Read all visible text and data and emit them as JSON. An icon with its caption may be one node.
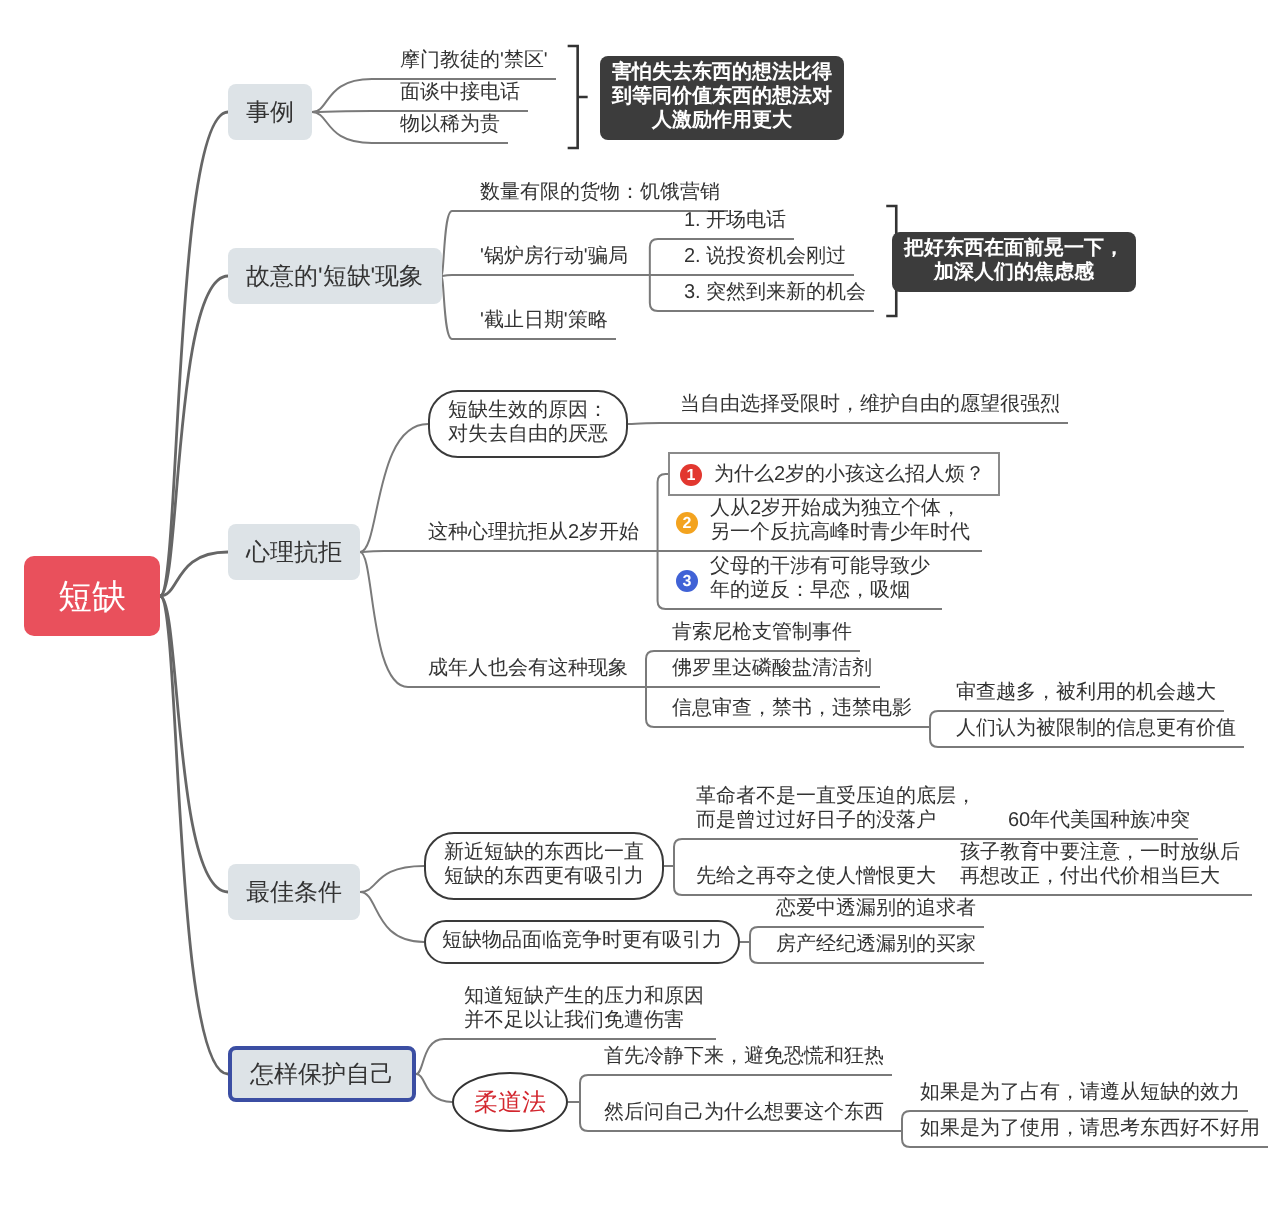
{
  "diagram": {
    "nodes": [
      {
        "text": [
          "短缺"
        ]
      },
      {
        "text": [
          "事例"
        ]
      },
      {
        "text": [
          "摩门教徒的'禁区'"
        ]
      },
      {
        "text": [
          "面谈中接电话"
        ]
      },
      {
        "text": [
          "物以稀为贵"
        ]
      },
      {
        "text": [
          "害怕失去东西的想法比得到等同价值东西的想法对人激励作用更大"
        ]
      },
      {
        "text": [
          "故意的'短缺'现象"
        ]
      },
      {
        "text": [
          "数量有限的货物：饥饿营销"
        ]
      },
      {
        "text": [
          "'锅炉房行动'骗局"
        ]
      },
      {
        "text": [
          "1. 开场电话"
        ]
      },
      {
        "text": [
          "2. 说投资机会刚过"
        ]
      },
      {
        "text": [
          "3. 突然到来新的机会"
        ]
      },
      {
        "text": [
          "把好东西在面前晃一下，加深人们的焦虑感"
        ]
      },
      {
        "text": [
          "'截止日期'策略"
        ]
      },
      {
        "text": [
          "心理抗拒"
        ]
      },
      {
        "text": [
          "短缺生效的原因：对失去自由的厌恶"
        ]
      },
      {
        "text": [
          "当自由选择受限时，维护自由的愿望很强烈"
        ]
      },
      {
        "text": [
          "这种心理抗拒从2岁开始"
        ]
      },
      {
        "text": [
          "为什么2岁的小孩这么招人烦？"
        ]
      },
      {
        "text": [
          "人从2岁开始成为独立个体，另一个反抗高峰时青少年时代"
        ]
      },
      {
        "text": [
          "父母的干涉有可能导致少年的逆反：早恋，吸烟"
        ]
      },
      {
        "text": [
          "成年人也会有这种现象"
        ]
      },
      {
        "text": [
          "肯索尼枪支管制事件"
        ]
      },
      {
        "text": [
          "佛罗里达磷酸盐清洁剂"
        ]
      },
      {
        "text": [
          "信息审查，禁书，违禁电影"
        ]
      },
      {
        "text": [
          "审查越多，被利用的机会越大"
        ]
      },
      {
        "text": [
          "人们认为被限制的信息更有价值"
        ]
      },
      {
        "text": [
          "最佳条件"
        ]
      },
      {
        "text": [
          "新近短缺的东西比一直短缺的东西更有吸引力"
        ]
      },
      {
        "text": [
          "革命者不是一直受压迫的底层，而是曾过过好日子的没落户"
        ]
      },
      {
        "text": [
          "60年代美国种族冲突"
        ]
      },
      {
        "text": [
          "先给之再夺之使人憎恨更大"
        ]
      },
      {
        "text": [
          "孩子教育中要注意，一时放纵后再想改正，付出代价相当巨大"
        ]
      },
      {
        "text": [
          "短缺物品面临竞争时更有吸引力"
        ]
      },
      {
        "text": [
          "恋爱中透漏别的追求者"
        ]
      },
      {
        "text": [
          "房产经纪透漏别的买家"
        ]
      },
      {
        "text": [
          "怎样保护自己"
        ]
      },
      {
        "text": [
          "知道短缺产生的压力和原因并不足以让我们免遭伤害"
        ]
      },
      {
        "text": [
          "柔道法"
        ]
      },
      {
        "text": [
          "首先冷静下来，避免恐慌和狂热"
        ]
      },
      {
        "text": [
          "然后问自己为什么想要这个东西"
        ]
      },
      {
        "text": [
          "如果是为了占有，请遵从短缺的效力"
        ]
      },
      {
        "text": [
          "如果是为了使用，请思考东西好不好用"
        ]
      }
    ],
    "edges": [
      {
        "from": 0,
        "to": 1,
        "arrow": "none"
      },
      {
        "from": 1,
        "to": 2,
        "arrow": "none"
      },
      {
        "from": 1,
        "to": 3,
        "arrow": "none"
      },
      {
        "from": 1,
        "to": 4,
        "arrow": "none"
      },
      {
        "from": 0,
        "to": 6,
        "arrow": "none"
      },
      {
        "from": 6,
        "to": 7,
        "arrow": "none"
      },
      {
        "from": 6,
        "to": 8,
        "arrow": "none"
      },
      {
        "from": 8,
        "to": 9,
        "arrow": "none"
      },
      {
        "from": 8,
        "to": 10,
        "arrow": "none"
      },
      {
        "from": 8,
        "to": 11,
        "arrow": "none"
      },
      {
        "from": 6,
        "to": 13,
        "arrow": "none"
      },
      {
        "from": 0,
        "to": 14,
        "arrow": "none"
      },
      {
        "from": 14,
        "to": 15,
        "arrow": "none"
      },
      {
        "from": 15,
        "to": 16,
        "arrow": "none"
      },
      {
        "from": 14,
        "to": 17,
        "arrow": "none"
      },
      {
        "from": 17,
        "to": 18,
        "arrow": "none"
      },
      {
        "from": 17,
        "to": 19,
        "arrow": "none"
      },
      {
        "from": 17,
        "to": 20,
        "arrow": "none"
      },
      {
        "from": 14,
        "to": 21,
        "arrow": "none"
      },
      {
        "from": 21,
        "to": 22,
        "arrow": "none"
      },
      {
        "from": 21,
        "to": 23,
        "arrow": "none"
      },
      {
        "from": 21,
        "to": 24,
        "arrow": "none"
      },
      {
        "from": 24,
        "to": 25,
        "arrow": "none"
      },
      {
        "from": 24,
        "to": 26,
        "arrow": "none"
      },
      {
        "from": 0,
        "to": 27,
        "arrow": "none"
      },
      {
        "from": 27,
        "to": 28,
        "arrow": "none"
      },
      {
        "from": 28,
        "to": 29,
        "arrow": "none"
      },
      {
        "from": 29,
        "to": 30,
        "arrow": "none"
      },
      {
        "from": 28,
        "to": 31,
        "arrow": "none"
      },
      {
        "from": 31,
        "to": 32,
        "arrow": "none"
      },
      {
        "from": 27,
        "to": 33,
        "arrow": "none"
      },
      {
        "from": 33,
        "to": 34,
        "arrow": "none"
      },
      {
        "from": 33,
        "to": 35,
        "arrow": "none"
      },
      {
        "from": 0,
        "to": 36,
        "arrow": "none"
      },
      {
        "from": 36,
        "to": 37,
        "arrow": "none"
      },
      {
        "from": 36,
        "to": 38,
        "arrow": "none"
      },
      {
        "from": 38,
        "to": 39,
        "arrow": "none"
      },
      {
        "from": 38,
        "to": 40,
        "arrow": "none"
      },
      {
        "from": 40,
        "to": 41,
        "arrow": "none"
      },
      {
        "from": 40,
        "to": 42,
        "arrow": "none"
      }
    ],
    "labels": [
      "1",
      "2",
      "3"
    ]
  }
}
